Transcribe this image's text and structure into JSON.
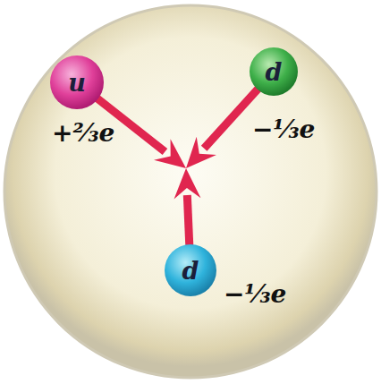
{
  "diagram": {
    "nodes": [
      {
        "text": [
          "u",
          "+⅔e"
        ]
      },
      {
        "text": [
          "d",
          "−⅓e"
        ]
      },
      {
        "text": [
          "d",
          "−⅓e"
        ]
      }
    ]
  }
}
